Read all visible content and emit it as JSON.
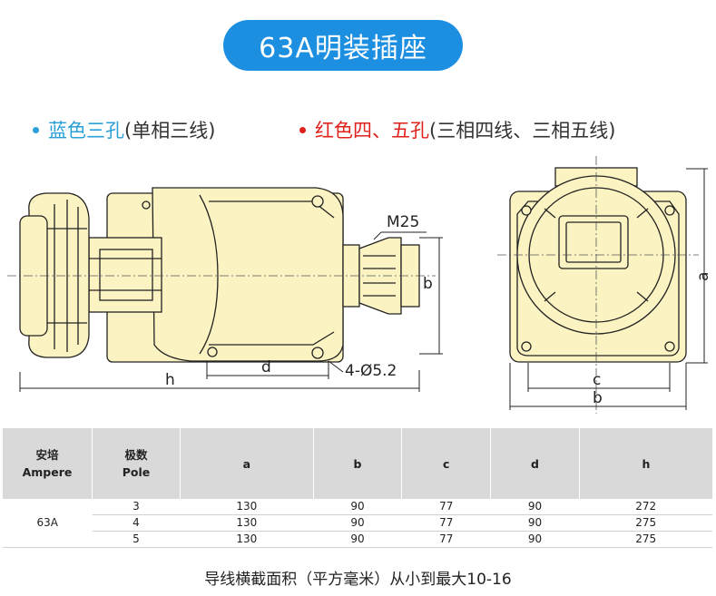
{
  "title": "63A明装插座",
  "legend": {
    "blue": {
      "main": "蓝色三孔",
      "sub": "(单相三线)",
      "color": "#2b9fd8"
    },
    "red": {
      "main": "红色四、五孔",
      "sub": "(三相四线、三相五线)",
      "color": "#e0201b"
    }
  },
  "drawing_labels": {
    "m25": "M25",
    "b_side": "b",
    "d": "d",
    "hole": "4-Ø5.2",
    "h": "h",
    "a": "a",
    "c": "c",
    "b_front": "b"
  },
  "table": {
    "headers": [
      {
        "line1": "安培",
        "line2": "Ampere"
      },
      {
        "line1": "极数",
        "line2": "Pole"
      },
      {
        "line1": "a",
        "line2": ""
      },
      {
        "line1": "b",
        "line2": ""
      },
      {
        "line1": "c",
        "line2": ""
      },
      {
        "line1": "d",
        "line2": ""
      },
      {
        "line1": "h",
        "line2": ""
      }
    ],
    "ampere": "63A",
    "rows": [
      [
        "3",
        "130",
        "90",
        "77",
        "90",
        "272"
      ],
      [
        "4",
        "130",
        "90",
        "77",
        "90",
        "275"
      ],
      [
        "5",
        "130",
        "90",
        "77",
        "90",
        "275"
      ]
    ]
  },
  "footer": "导线横截面积（平方毫米）从小到最大10-16",
  "colors": {
    "title_bg": "#1d8fe1",
    "body_fill": "#fbf3c2",
    "header_bg": "#d9d9d9"
  }
}
